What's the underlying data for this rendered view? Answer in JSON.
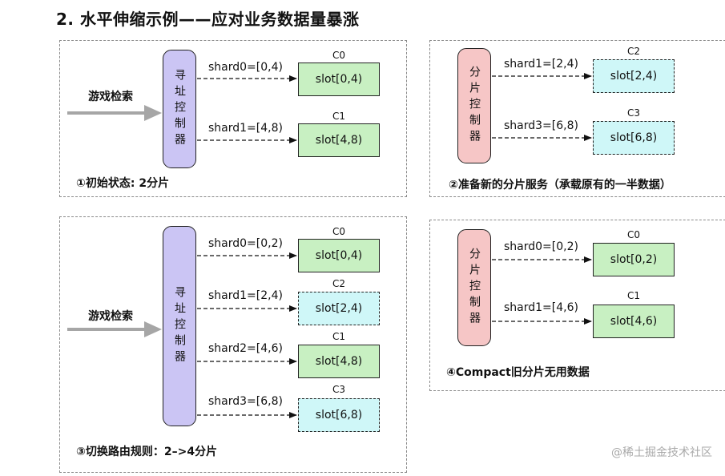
{
  "title": "2. 水平伸缩示例——应对业务数据量暴涨",
  "controller_router": "寻址控制器",
  "controller_shard": "分片控制器",
  "source": "游戏检索",
  "panel1": {
    "caption": "①初始状态: 2分片",
    "rows": [
      {
        "shard": "shard0=[0,4)",
        "node": "C0",
        "slot": "slot[0,4)"
      },
      {
        "shard": "shard1=[4,8)",
        "node": "C1",
        "slot": "slot[4,8)"
      }
    ]
  },
  "panel2": {
    "caption": "②准备新的分片服务（承载原有的一半数据）",
    "rows": [
      {
        "shard": "shard1=[2,4)",
        "node": "C2",
        "slot": "slot[2,4)"
      },
      {
        "shard": "shard3=[6,8)",
        "node": "C3",
        "slot": "slot[6,8)"
      }
    ]
  },
  "panel3": {
    "caption": "③切换路由规则：2–>4分片",
    "rows": [
      {
        "shard": "shard0=[0,2)",
        "node": "C0",
        "slot": "slot[0,4)"
      },
      {
        "shard": "shard1=[2,4)",
        "node": "C2",
        "slot": "slot[2,4)"
      },
      {
        "shard": "shard2=[4,6)",
        "node": "C1",
        "slot": "slot[4,8)"
      },
      {
        "shard": "shard3=[6,8)",
        "node": "C3",
        "slot": "slot[6,8)"
      }
    ]
  },
  "panel4": {
    "caption": "④Compact旧分片无用数据",
    "rows": [
      {
        "shard": "shard0=[0,2)",
        "node": "C0",
        "slot": "slot[0,2)"
      },
      {
        "shard": "shard1=[4,6)",
        "node": "C1",
        "slot": "slot[4,6)"
      }
    ]
  },
  "watermark": "@稀土掘金技术社区",
  "colors": {
    "router_fill": "#cbc5f4",
    "shard_controller_fill": "#f6c6c6",
    "existing_node_fill": "#c8f0c2",
    "new_node_fill": "#cff7f8",
    "source_arrow": "#a6a6a6"
  }
}
